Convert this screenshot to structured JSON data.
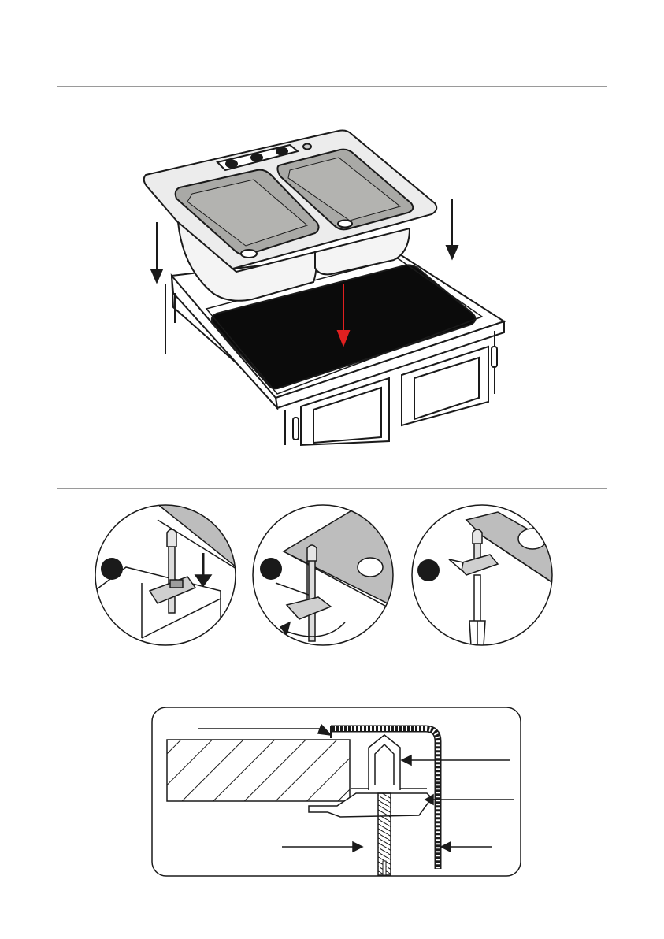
{
  "page": {
    "background": "#ffffff",
    "rule_color": "#9a9a9a"
  },
  "illustrations": {
    "sink_install": {
      "icon": "sink-install-illustration",
      "arrow_colors": {
        "guide": "#1a1a1a",
        "drop": "#e02020"
      },
      "cutout_color": "#0b0b0b"
    },
    "clip_steps": {
      "count": 3,
      "icons": [
        "clip-step-1-icon",
        "clip-step-2-icon",
        "clip-step-3-icon"
      ]
    },
    "cross_section": {
      "icon": "clip-cross-section-illustration"
    }
  }
}
